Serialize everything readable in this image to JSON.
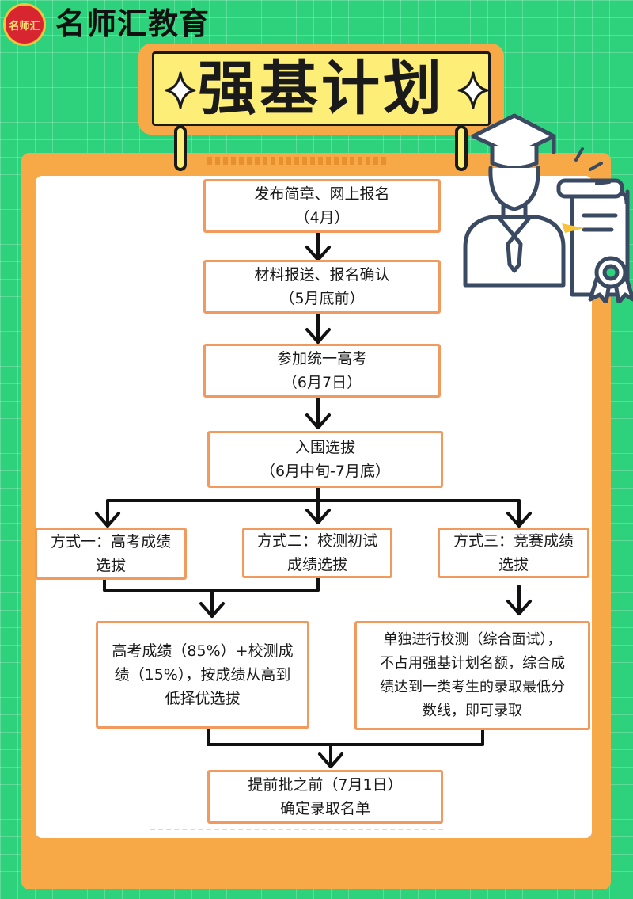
{
  "header": {
    "logo_badge": "名师汇",
    "logo_text": "名师汇教育",
    "title": "强基计划"
  },
  "flow": {
    "step1": {
      "line1": "发布简章、网上报名",
      "line2": "（4月）"
    },
    "step2": {
      "line1": "材料报送、报名确认",
      "line2": "（5月底前）"
    },
    "step3": {
      "line1": "参加统一高考",
      "line2": "（6月7日）"
    },
    "step4": {
      "line1": "入围选拔",
      "line2": "（6月中旬-7月底）"
    },
    "method1": {
      "line1": "方式一：高考成绩",
      "line2": "选拔"
    },
    "method2": {
      "line1": "方式二：校测初试",
      "line2": "成绩选拔"
    },
    "method3": {
      "line1": "方式三：竞赛成绩",
      "line2": "选拔"
    },
    "result_a": {
      "line1": "高考成绩（85%）+校测成",
      "line2": "绩（15%），按成绩从高到",
      "line3": "低择优选拔"
    },
    "result_b": {
      "line1": "单独进行校测（综合面试），",
      "line2": "不占用强基计划名额，综合成",
      "line3": "绩达到一类考生的录取最低分",
      "line4": "数线，即可录取"
    },
    "final": {
      "line1": "提前批之前（7月1日）",
      "line2": "确定录取名单"
    }
  },
  "colors": {
    "background": "#2fd27c",
    "banner_orange": "#f8a947",
    "banner_yellow": "#fdee78",
    "box_border": "#f29a5e",
    "hero_stroke": "#3b4a63"
  },
  "icons": [
    "sparkle-icon",
    "graduate-icon",
    "certificate-icon",
    "ribbon-medal-icon"
  ]
}
